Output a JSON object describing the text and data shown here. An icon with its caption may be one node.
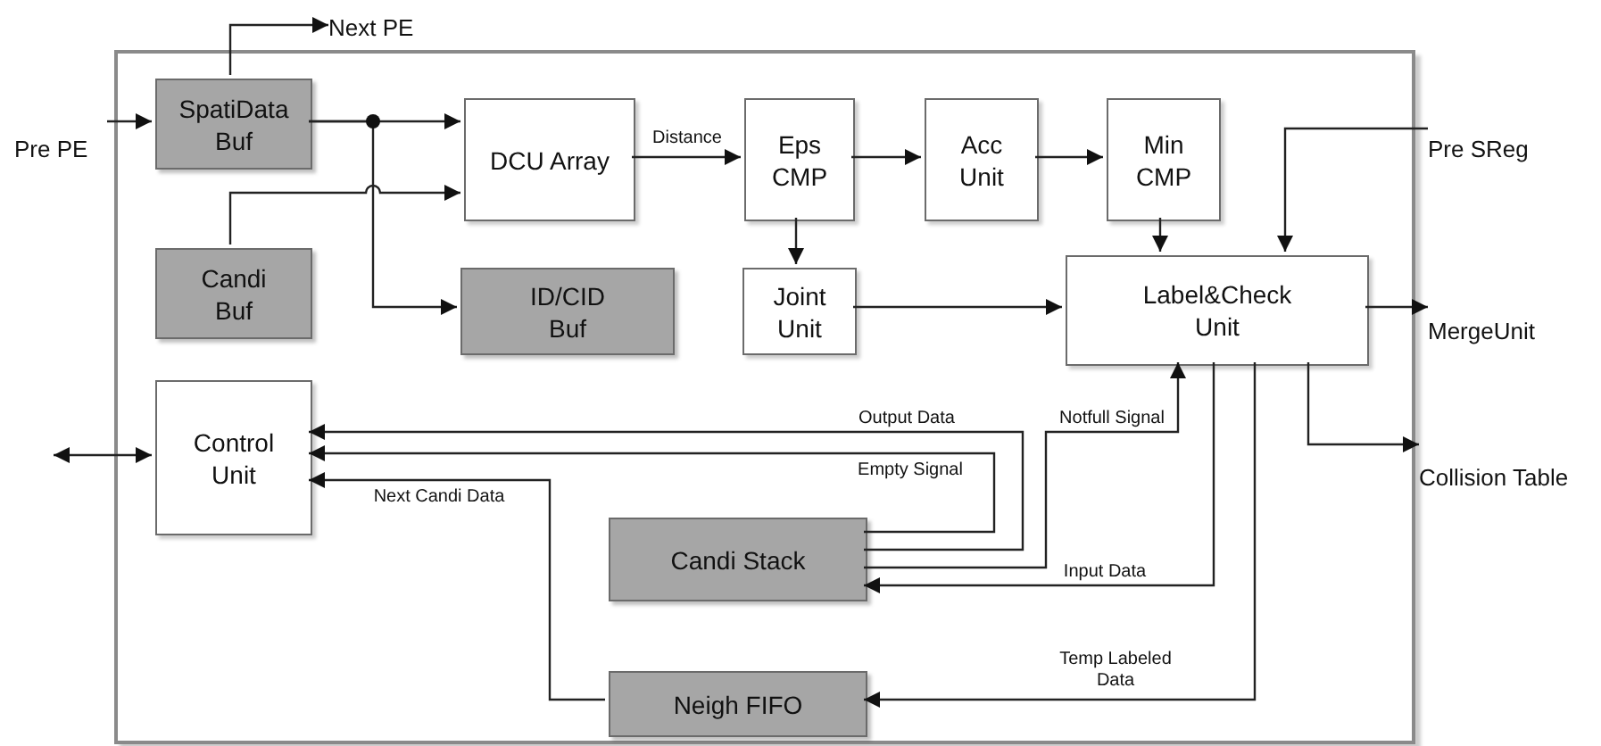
{
  "diagram": {
    "nodes": [
      {
        "text": [],
        "shape": "box"
      },
      {
        "text": [
          "SpatiData Buf"
        ],
        "in": 0
      },
      {
        "text": [
          "DCU Array"
        ],
        "in": 0
      },
      {
        "text": [
          "Eps CMP"
        ],
        "in": 0
      },
      {
        "text": [
          "Acc Unit"
        ],
        "in": 0
      },
      {
        "text": [
          "Min CMP"
        ],
        "in": 0
      },
      {
        "text": [
          "Candi Buf"
        ],
        "in": 0
      },
      {
        "text": [
          "ID/CID Buf"
        ],
        "in": 0
      },
      {
        "text": [
          "Joint Unit"
        ],
        "in": 0
      },
      {
        "text": [
          "Label&Check Unit"
        ],
        "in": 0
      },
      {
        "text": [
          "Control Unit"
        ],
        "in": 0
      },
      {
        "text": [
          "Candi Stack"
        ],
        "in": 0
      },
      {
        "text": [
          "Neigh FIFO"
        ],
        "in": 0
      },
      {
        "text": [
          "Pre PE"
        ]
      },
      {
        "text": [
          "Next PE"
        ]
      },
      {
        "text": [
          "Pre SReg"
        ]
      },
      {
        "text": [
          "MergeUnit"
        ]
      },
      {
        "text": [
          "Collision Table"
        ]
      }
    ],
    "edges": [
      {
        "from": 13,
        "to": 1,
        "arrow": "to"
      },
      {
        "from": 1,
        "to": 14,
        "arrow": "to"
      },
      {
        "from": 1,
        "to": 2,
        "arrow": "to"
      },
      {
        "from": 1,
        "to": 7,
        "arrow": "to"
      },
      {
        "from": 6,
        "to": 2,
        "arrow": "to"
      },
      {
        "from": 2,
        "to": 3,
        "arrow": "to",
        "label": "Distance"
      },
      {
        "from": 3,
        "to": 4,
        "arrow": "to"
      },
      {
        "from": 4,
        "to": 5,
        "arrow": "to"
      },
      {
        "from": 3,
        "to": 8,
        "arrow": "to"
      },
      {
        "from": 5,
        "to": 9,
        "arrow": "to"
      },
      {
        "from": 15,
        "to": 9,
        "arrow": "to"
      },
      {
        "from": 8,
        "to": 9,
        "arrow": "to"
      },
      {
        "from": 9,
        "to": 16,
        "arrow": "to"
      },
      {
        "from": 9,
        "to": 17,
        "arrow": "to"
      },
      {
        "from": 11,
        "to": 9,
        "arrow": "to",
        "label": "Notfull Signal"
      },
      {
        "from": 9,
        "to": 11,
        "arrow": "to",
        "label": "Input Data"
      },
      {
        "from": 11,
        "to": 10,
        "arrow": "to",
        "label": "Output Data"
      },
      {
        "from": 11,
        "to": 10,
        "arrow": "to",
        "label": "Empty Signal"
      },
      {
        "from": 12,
        "to": 10,
        "arrow": "to",
        "label": "Next Candi Data"
      },
      {
        "from": 9,
        "to": 12,
        "arrow": "to",
        "label": "Temp Labeled Data"
      },
      {
        "from": null,
        "to": 10,
        "arrow": "both"
      }
    ]
  }
}
